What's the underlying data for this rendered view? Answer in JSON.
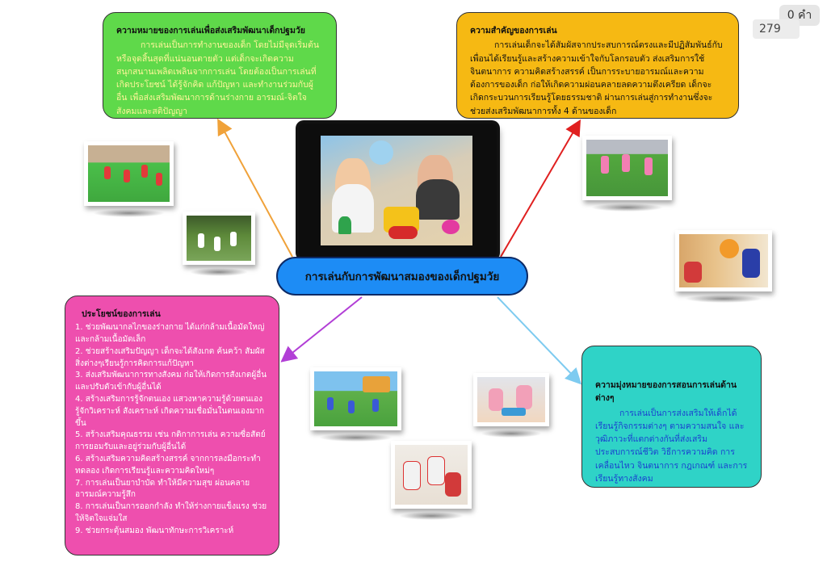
{
  "toolbar": {
    "word_count": "0 คำ",
    "version_badge": "279"
  },
  "center": {
    "title": "การเล่นกับการพัฒนาสมองของเด็กปฐมวัย"
  },
  "meaning": {
    "title": "ความหมายของการเล่นเพื่อส่งเสริมพัฒนาเด็กปฐมวัย",
    "body": "การเล่นเป็นการทำงานของเด็ก โดยไม่มีจุดเริ่มต้น หรือจุดสิ้นสุดที่แน่นอนตายตัว แต่เด็กจะเกิดความสนุกสนานเพลิดเพลินจากการเล่น โดยต้องเป็นการเล่นที่เกิดประโยชน์ ได้รู้จักคิด แก้ปัญหา และทำงานร่วมกับผู้อื่น เพื่อส่งเสริมพัฒนาการด้านร่างกาย อารมณ์-จิตใจ สังคมและสติปัญญา"
  },
  "importance": {
    "title": "ความสำคัญของการเล่น",
    "body": "การเล่นเด็กจะได้สัมผัสจากประสบการณ์ตรงและมีปฏิสัมพันธ์กับเพื่อนได้เรียนรู้และสร้างความเข้าใจกับโลกรอบตัว ส่งเสริมการใช้จินตนาการ ความคิดสร้างสรรค์ เป็นการระบายอารมณ์และความต้องการของเด็ก ก่อให้เกิดความผ่อนคลายลดความตึงเครียด เด็กจะเกิดกระบวนการเรียนรู้โดยธรรมชาติ ผ่านการเล่นสู่การทำงานซึ่งจะช่วยส่งเสริมพัฒนาการทั้ง 4 ด้านของเด็ก"
  },
  "benefits": {
    "title": "ประโยชน์ของการเล่น",
    "items": [
      "1. ช่วยพัฒนากลไกของร่างกาย ได้แก่กล้ามเนื้อมัดใหญ่ และกล้ามเนื้อมัดเล็ก",
      "2. ช่วยสร้างเสริมปัญญา เด็กจะได้สังเกต ค้นคว้า สัมผัสสิ่งต่างๆเรียนรู้การคิดการแก้ปัญหา",
      "3. ส่งเสริมพัฒนาการทางสังคม ก่อให้เกิดการสังเกตผู้อื่น และปรับตัวเข้ากับผู้อื่นได้",
      "4. สร้างเสริมการรู้จักตนเอง แสวงหาความรู้ด้วยตนเอง รู้จักวิเคราะห์ สังเคราะห์ เกิดความเชื่อมั่นในตนเองมากขึ้น",
      "5. สร้างเสริมคุณธรรม เช่น กติกาการเล่น ความซื่อสัตย์ การยอมรับและอยู่ร่วมกับผู้อื่นได้",
      "6. สร้างเสริมความคิดสร้างสรรค์ จากการลงมือกระทำทดลอง เกิดการเรียนรู้และความคิดใหม่ๆ",
      "7. การเล่นเป็นยาบำบัด ทำให้มีความสุข ผ่อนคลายอารมณ์ความรู้สึก",
      "8. การเล่นเป็นการออกกำลัง ทำให้ร่างกายแข็งแรง ช่วยให้จิตใจแจ่มใส",
      "9. ช่วยกระตุ้นสมอง พัฒนาทักษะการวิเคราะห์"
    ]
  },
  "goals": {
    "title": "ความมุ่งหมายของการสอนการเล่นด้านต่างๆ",
    "body": "การเล่นเป็นการส่งเสริมให้เด็กได้เรียนรู้กิจกรรมต่างๆ ตามความสนใจ และวุฒิภาวะที่แตกต่างกันที่ส่งเสริมประสบการณ์ชีวิต วิธีการความคิด การเคลื่อนไหว จินตนาการ กฎเกณฑ์ และการเรียนรู้ทางสังคม"
  },
  "colors": {
    "meaning_box": "#5fd94a",
    "importance_box": "#f6b913",
    "benefits_box": "#ee4fae",
    "goals_box": "#2fd3c7",
    "center_node": "#1d8cf5",
    "arrow_meaning": "#f0a23a",
    "arrow_importance": "#e02020",
    "arrow_benefits": "#b23fd6",
    "arrow_goals": "#7ecbf0"
  }
}
